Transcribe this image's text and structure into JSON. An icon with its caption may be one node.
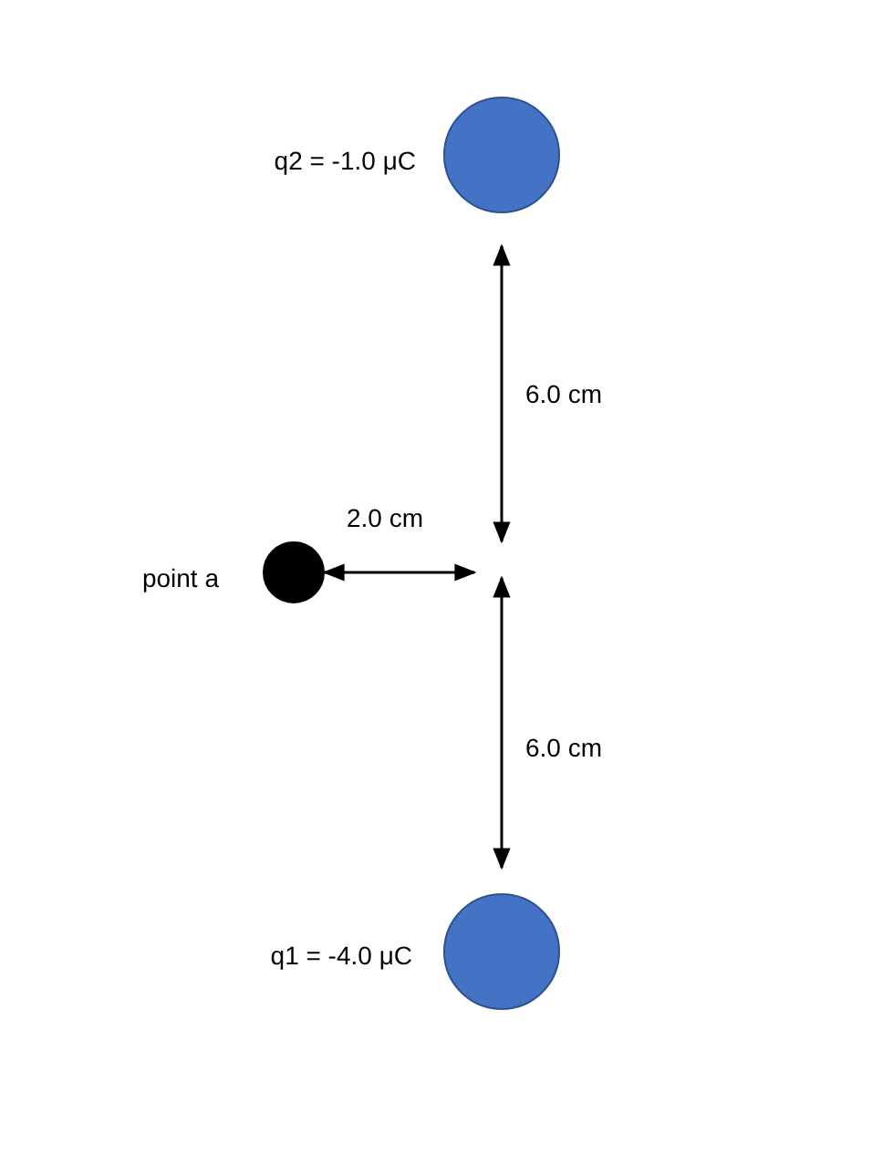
{
  "diagram": {
    "nodes": [
      {
        "text": [],
        "shape": "circle",
        "beside": [
          "q2 = -1.0 μC"
        ]
      },
      {
        "text": [],
        "shape": "circle",
        "beside": [
          "point a"
        ]
      },
      {
        "text": [],
        "shape": "circle",
        "beside": [
          "q1 = -4.0 μC"
        ]
      }
    ],
    "labels": [
      "6.0 cm",
      "2.0 cm",
      "6.0 cm"
    ]
  }
}
